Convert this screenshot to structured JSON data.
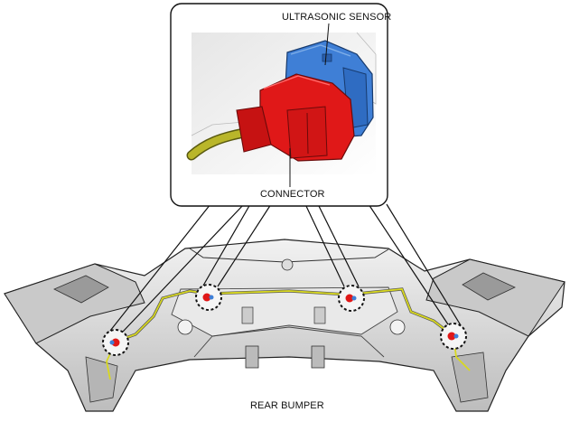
{
  "labels": {
    "ultrasonic_sensor": "ULTRASONIC SENSOR",
    "connector": "CONNECTOR",
    "rear_bumper": "REAR BUMPER"
  },
  "colors": {
    "sensor_blue": "#3f7fd6",
    "connector_red": "#e01818",
    "harness_yellow": "#d8d820",
    "bumper_gray": "#d6d6d6",
    "outline": "#222222"
  },
  "icons": {
    "sensor_markers": "dashed-circle"
  }
}
